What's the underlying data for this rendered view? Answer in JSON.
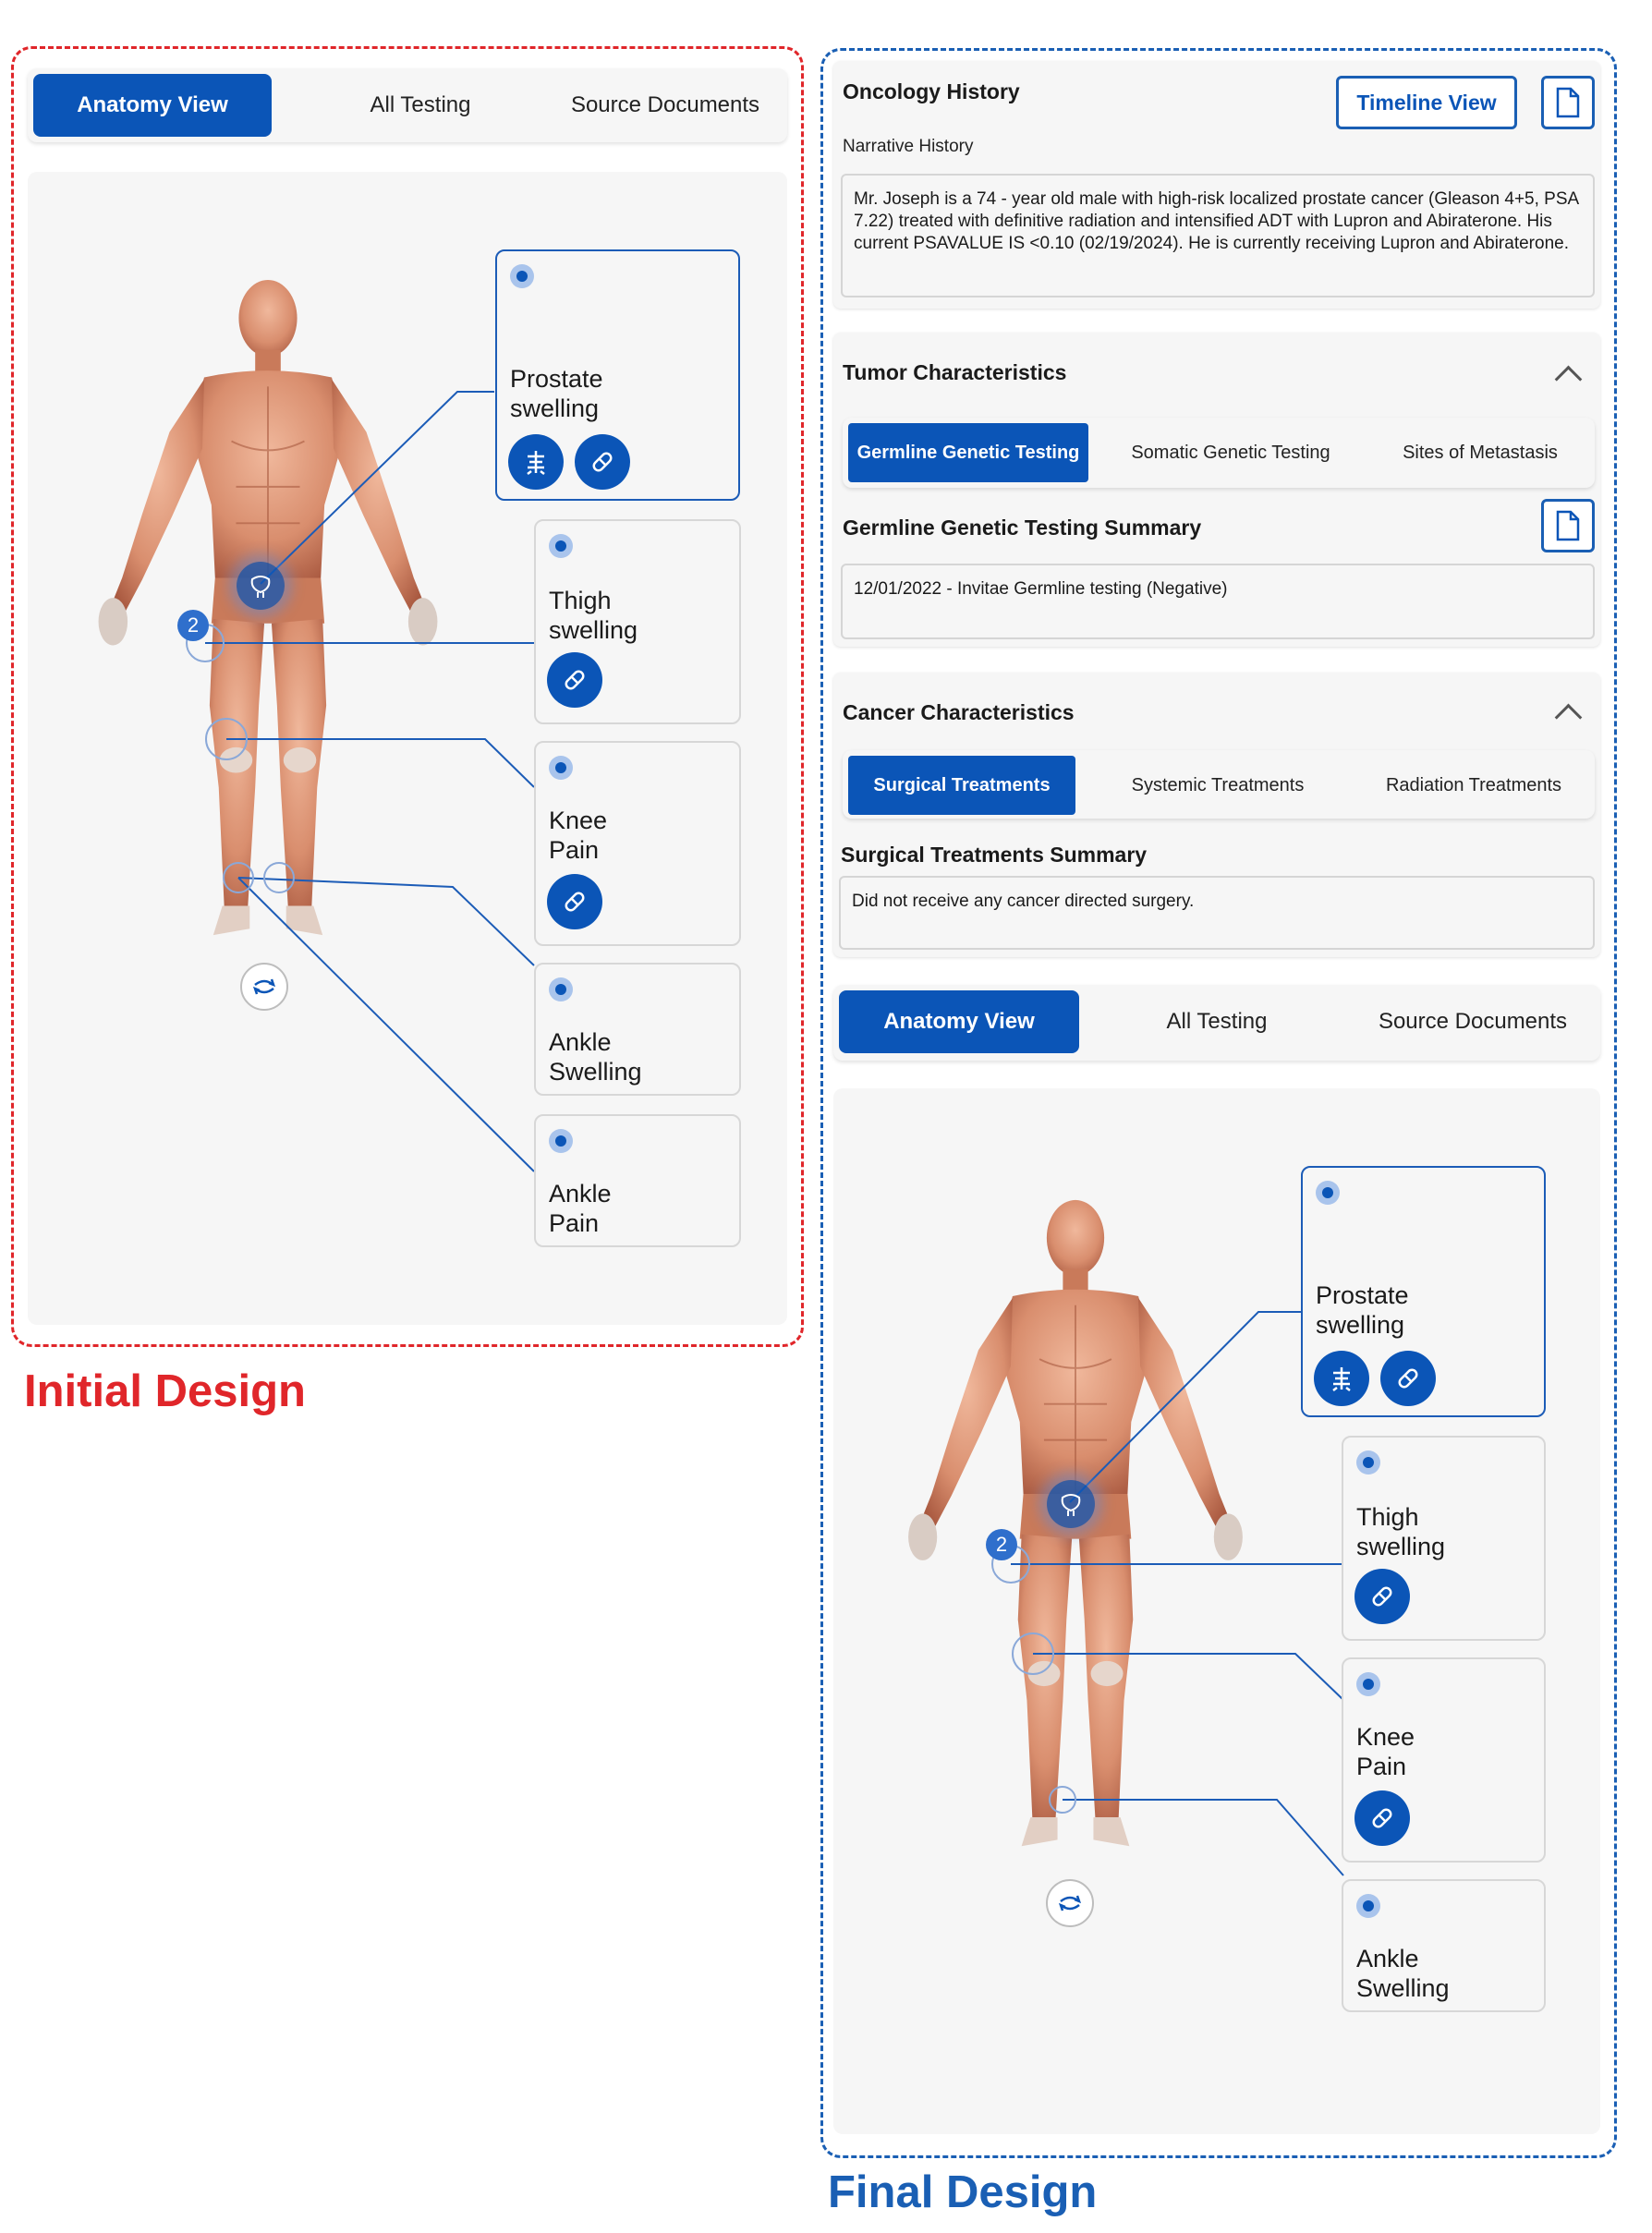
{
  "labels": {
    "initial": "Initial Design",
    "final": "Final Design"
  },
  "colors": {
    "red": "#e0262a",
    "blue": "#1a5fb4",
    "primary": "#0b55b7"
  },
  "tabs": [
    "Anatomy View",
    "All Testing",
    "Source Documents"
  ],
  "anatomy": {
    "marker_count": "2",
    "cards_initial": [
      {
        "title_1": "Prostate",
        "title_2": "swelling"
      },
      {
        "title_1": "Thigh",
        "title_2": "swelling"
      },
      {
        "title_1": "Knee",
        "title_2": "Pain"
      },
      {
        "title_1": "Ankle",
        "title_2": "Swelling"
      },
      {
        "title_1": "Ankle",
        "title_2": "Pain"
      }
    ],
    "cards_final": [
      {
        "title_1": "Prostate",
        "title_2": "swelling"
      },
      {
        "title_1": "Thigh",
        "title_2": "swelling"
      },
      {
        "title_1": "Knee",
        "title_2": "Pain"
      },
      {
        "title_1": "Ankle",
        "title_2": "Swelling"
      }
    ],
    "icons": [
      "radiation-icon",
      "pill-icon",
      "rotate-icon",
      "bladder-icon"
    ]
  },
  "oncology": {
    "title": "Oncology History",
    "timeline_button": "Timeline View",
    "narrative_label": "Narrative History",
    "narrative_text": "Mr. Joseph is a 74 - year old male with high-risk localized prostate cancer (Gleason 4+5, PSA 7.22) treated with definitive radiation and intensified ADT with Lupron and Abiraterone. His current PSAVALUE IS <0.10 (02/19/2024). He is currently receiving Lupron and Abiraterone."
  },
  "tumor": {
    "title": "Tumor Characteristics",
    "tabs": [
      "Germline Genetic Testing",
      "Somatic Genetic Testing",
      "Sites of Metastasis"
    ],
    "summary_title": "Germline Genetic Testing Summary",
    "summary_text": "12/01/2022 - Invitae Germline testing (Negative)"
  },
  "cancer": {
    "title": "Cancer Characteristics",
    "tabs": [
      "Surgical Treatments",
      "Systemic Treatments",
      "Radiation Treatments"
    ],
    "summary_title": "Surgical Treatments Summary",
    "summary_text": "Did not receive any cancer directed surgery."
  }
}
